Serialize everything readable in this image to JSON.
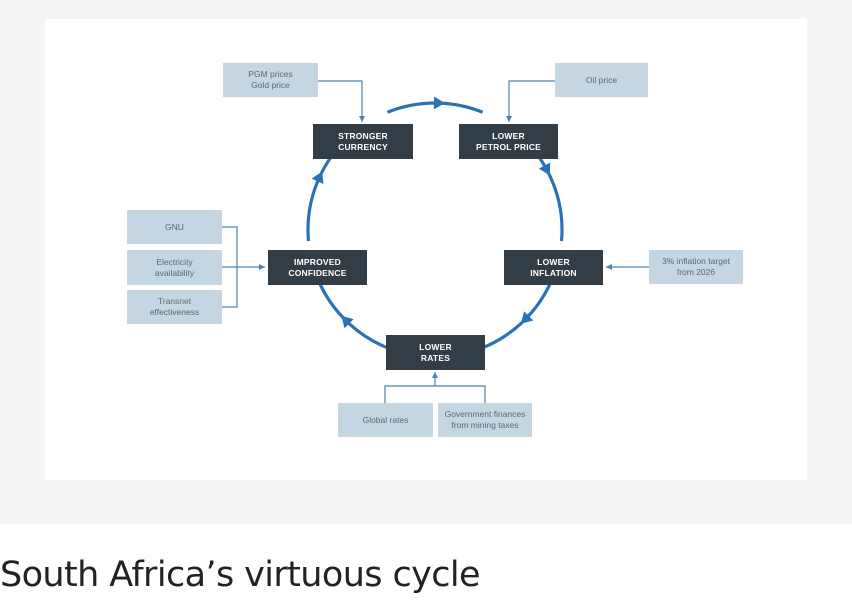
{
  "page": {
    "title": "South Africa’s virtuous cycle"
  },
  "diagram": {
    "cycle_color": "#2a72b5",
    "connector_color": "#4a83b0",
    "cycle_nodes": [
      {
        "id": "stronger-currency",
        "label": "STRONGER\nCURRENCY"
      },
      {
        "id": "lower-petrol-price",
        "label": "LOWER\nPETROL PRICE"
      },
      {
        "id": "lower-inflation",
        "label": "LOWER\nINFLATION"
      },
      {
        "id": "lower-rates",
        "label": "LOWER\nRATES"
      },
      {
        "id": "improved-confidence",
        "label": "IMPROVED\nCONFIDENCE"
      }
    ],
    "cycle_order": [
      "stronger-currency",
      "lower-petrol-price",
      "lower-inflation",
      "lower-rates",
      "improved-confidence"
    ],
    "drivers": [
      {
        "id": "pgm-gold",
        "label": "PGM prices\nGold price",
        "feeds": "stronger-currency"
      },
      {
        "id": "oil-price",
        "label": "Oil price",
        "feeds": "lower-petrol-price"
      },
      {
        "id": "inflation-target",
        "label": "3% inflation target\nfrom 2026",
        "feeds": "lower-inflation"
      },
      {
        "id": "global-rates",
        "label": "Global rates",
        "feeds": "lower-rates"
      },
      {
        "id": "gov-finances",
        "label": "Government finances\nfrom mining taxes",
        "feeds": "lower-rates"
      },
      {
        "id": "gnu",
        "label": "GNU",
        "feeds": "improved-confidence"
      },
      {
        "id": "electricity",
        "label": "Electricity\navailability",
        "feeds": "improved-confidence"
      },
      {
        "id": "transnet",
        "label": "Transnet\neffectiveness",
        "feeds": "improved-confidence"
      }
    ]
  }
}
